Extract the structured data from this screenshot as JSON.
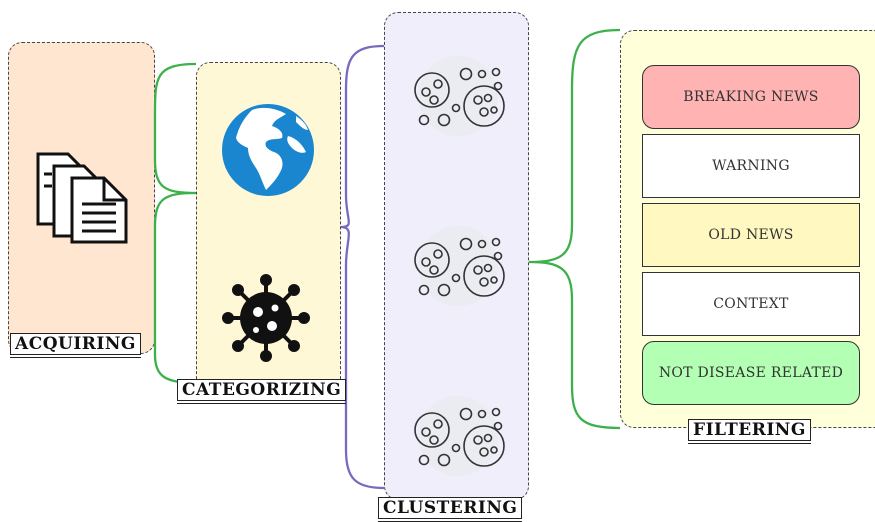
{
  "stages": {
    "acquiring": {
      "label": "ACQUIRING",
      "icon": "documents-icon"
    },
    "categorizing": {
      "label": "CATEGORIZING",
      "icons": [
        "globe-icon",
        "virus-icon"
      ]
    },
    "clustering": {
      "label": "CLUSTERING",
      "icon": "cluster-icon",
      "cluster_count": 3
    },
    "filtering": {
      "label": "FILTERING",
      "categories": [
        {
          "label": "BREAKING NEWS",
          "color": "#ffb3b3"
        },
        {
          "label": "WARNING",
          "color": "#ffffff"
        },
        {
          "label": "OLD NEWS",
          "color": "#fff8c0"
        },
        {
          "label": "CONTEXT",
          "color": "#ffffff"
        },
        {
          "label": "NOT DISEASE RELATED",
          "color": "#b3ffb3"
        }
      ]
    }
  },
  "colors": {
    "acquiring_panel": "#ffe6d1",
    "categorizing_panel": "#fff8d6",
    "clustering_panel": "#f0eefa",
    "filtering_panel": "#ffffd9",
    "green_brace": "#3cb14a",
    "purple_brace": "#7b68c0",
    "globe_blue": "#1a86cf"
  }
}
